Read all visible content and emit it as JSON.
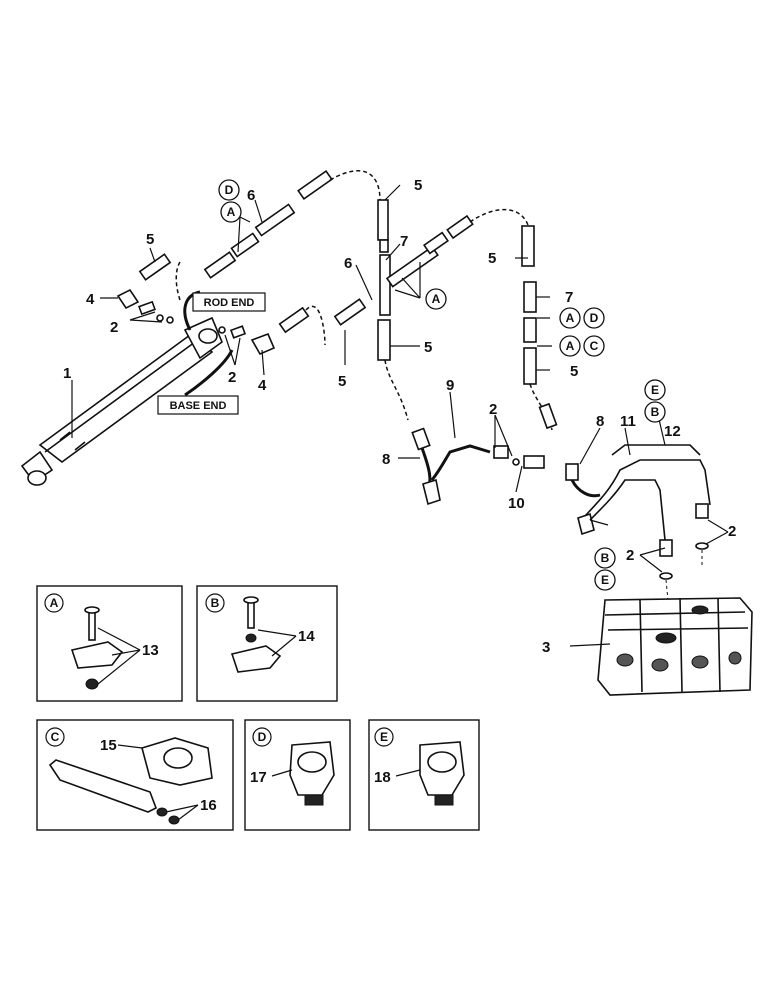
{
  "end_labels": {
    "rod_end": "ROD END",
    "base_end": "BASE END"
  },
  "callouts": {
    "c1": "1",
    "c2a": "2",
    "c2b": "2",
    "c2c": "2",
    "c2d": "2",
    "c2e": "2",
    "c3": "3",
    "c4a": "4",
    "c4b": "4",
    "c5a": "5",
    "c5b": "5",
    "c5c": "5",
    "c5d": "5",
    "c5e": "5",
    "c5f": "5",
    "c6a": "6",
    "c6b": "6",
    "c7a": "7",
    "c7b": "7",
    "c8a": "8",
    "c8b": "8",
    "c9": "9",
    "c10": "10",
    "c11": "11",
    "c12": "12"
  },
  "circled": {
    "d_top": "D",
    "a_top": "A",
    "a_mid": "A",
    "a_right": "A",
    "d_right": "D",
    "a_right2": "A",
    "c_right": "C",
    "e_right": "E",
    "b_right": "B",
    "b_low": "B",
    "e_low": "E"
  },
  "insets": {
    "a": {
      "letter": "A",
      "part": "13"
    },
    "b": {
      "letter": "B",
      "part": "14"
    },
    "c": {
      "letter": "C",
      "part_bracket": "15",
      "part_hardware": "16"
    },
    "d": {
      "letter": "D",
      "part": "17"
    },
    "e": {
      "letter": "E",
      "part": "18"
    }
  }
}
